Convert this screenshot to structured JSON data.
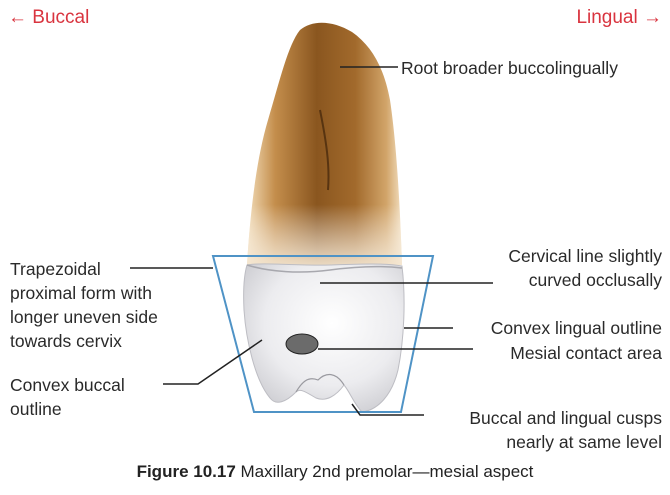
{
  "directions": {
    "buccal": "← Buccal",
    "lingual": "Lingual →"
  },
  "labels": {
    "root": "Root broader buccolingually",
    "cervical_line": [
      "Cervical line slightly",
      "curved occlusally"
    ],
    "trapezoidal": [
      "Trapezoidal",
      "proximal form with",
      "longer uneven side",
      "towards cervix"
    ],
    "convex_lingual": "Convex lingual outline",
    "mesial_contact": "Mesial contact area",
    "convex_buccal": [
      "Convex buccal",
      "outline"
    ],
    "cusps": [
      "Buccal and lingual cusps",
      "nearly at same level"
    ]
  },
  "caption": {
    "figure": "Figure 10.17",
    "text": " Maxillary 2nd premolar—mesial aspect"
  },
  "colors": {
    "root_dark": "#7a4a1c",
    "root_mid": "#b07a3a",
    "root_light": "#e8c99a",
    "crown": "#e9e9ec",
    "trapezoid": "#4f93c6",
    "direction_text": "#d9343f"
  }
}
